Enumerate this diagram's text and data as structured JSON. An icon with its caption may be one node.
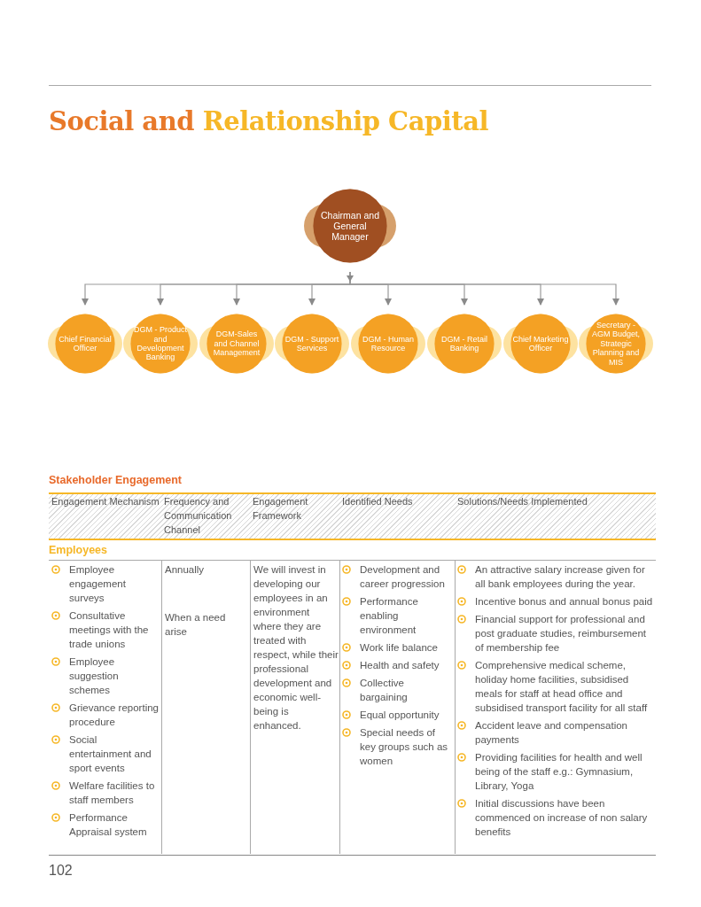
{
  "diagram": {
    "title": "Social and Relationship Capital",
    "nodes": [
      {
        "text": [
          "Chairman and General Manager"
        ]
      },
      {
        "text": [
          "Chief Financial Officer"
        ]
      },
      {
        "text": [
          "DGM - Product and Development Banking"
        ]
      },
      {
        "text": [
          "DGM-Sales and Channel Management"
        ]
      },
      {
        "text": [
          "DGM - Support Services"
        ]
      },
      {
        "text": [
          "DGM - Human Resource"
        ]
      },
      {
        "text": [
          "DGM - Retail Banking"
        ]
      },
      {
        "text": [
          "Chief Marketing Officer"
        ]
      },
      {
        "text": [
          "Secretary - AGM Budget, Strategic Planning and MIS"
        ]
      }
    ],
    "edges": [
      {
        "from": 0,
        "to": 1,
        "arrow": "to"
      },
      {
        "from": 0,
        "to": 2,
        "arrow": "to"
      },
      {
        "from": 0,
        "to": 3,
        "arrow": "to"
      },
      {
        "from": 0,
        "to": 4,
        "arrow": "to"
      },
      {
        "from": 0,
        "to": 5,
        "arrow": "to"
      },
      {
        "from": 0,
        "to": 6,
        "arrow": "to"
      },
      {
        "from": 0,
        "to": 7,
        "arrow": "to"
      },
      {
        "from": 0,
        "to": 8,
        "arrow": "to"
      }
    ],
    "labels": [
      "Stakeholder Engagement",
      "Engagement Mechanism",
      "Frequency and Communication Channel",
      "Engagement Framework",
      "Identified Needs",
      "Solutions/Needs Implemented",
      "Employees",
      "Employee engagement surveys",
      "Consultative meetings with the trade unions",
      "Employee suggestion schemes",
      "Grievance reporting procedure",
      "Social entertainment and sport events",
      "Welfare facilities to staff members",
      "Performance Appraisal system",
      "Annually",
      "When a need arise",
      "We will invest in developing our employees in an environment where they are treated with respect, while their professional development and economic well-being is enhanced.",
      "Development and career progression",
      "Performance enabling environment",
      "Work life balance",
      "Health and safety",
      "Collective bargaining",
      "Equal opportunity",
      "Special needs of key groups such as women",
      "An attractive salary increase given for all bank employees during the year.",
      "Incentive bonus and annual bonus paid",
      "Financial support for professional and post graduate studies, reimbursement of membership fee",
      "Comprehensive medical scheme, holiday home facilities, subsidised meals for staff at head office and subsidised transport facility for all staff",
      "Accident leave and compensation payments",
      "Providing facilities for health and well being of the staff e.g.: Gymnasium, Library, Yoga",
      "Initial discussions have been commenced on increase of non salary benefits",
      "102"
    ]
  }
}
